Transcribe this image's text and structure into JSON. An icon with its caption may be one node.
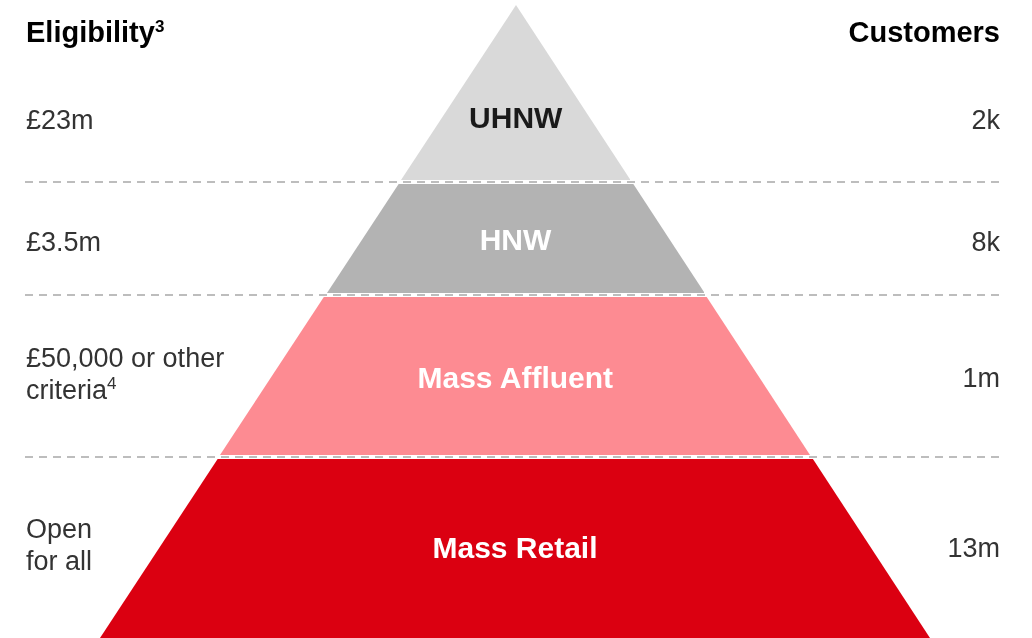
{
  "diagram": {
    "nodes": [
      {
        "text": [
          "UHNW"
        ]
      },
      {
        "text": [
          "HNW"
        ]
      },
      {
        "text": [
          "Mass Affluent"
        ]
      },
      {
        "text": [
          "Mass Retail"
        ]
      }
    ],
    "labels": [
      "Eligibility$^{3}$",
      "Customers",
      "£23m",
      "2k",
      "£3.5m",
      "8k",
      "£50,000 or other criteria$^{4}$",
      "1m",
      "Open for all",
      "13m"
    ]
  }
}
